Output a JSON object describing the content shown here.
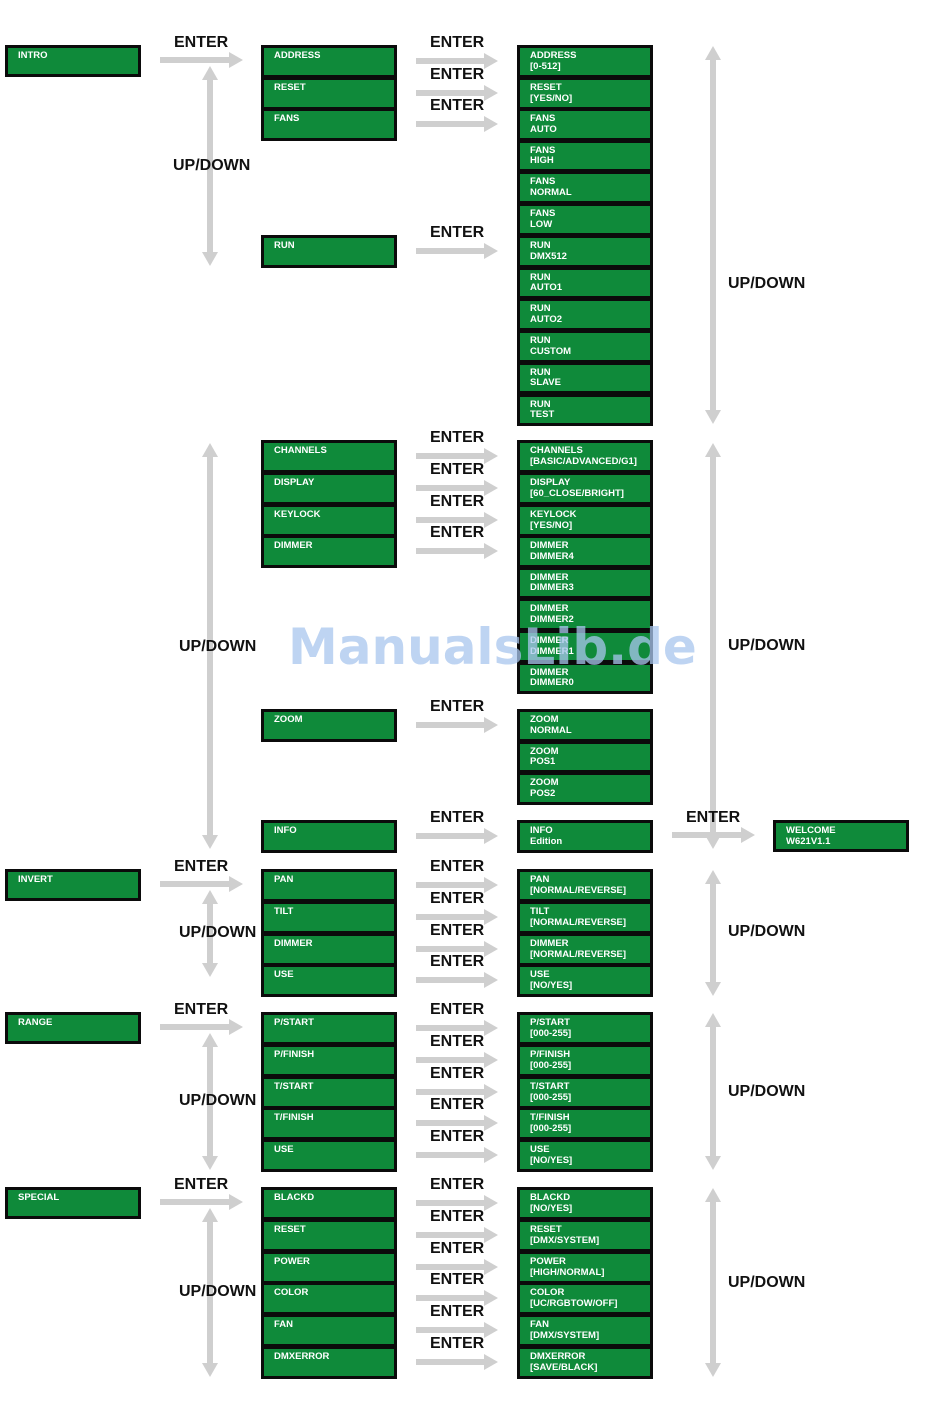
{
  "colors": {
    "box_fill": "#0f8a3a",
    "box_border": "#0b0b0b",
    "box_text": "#ffffff",
    "arrow": "#cfcfcf",
    "label": "#111111",
    "watermark": "#a9c6ee"
  },
  "labels": {
    "enter": "ENTER",
    "updown": "UP/DOWN"
  },
  "watermark": "ManualsLib.de",
  "menus": [
    {
      "name": "INTRO",
      "items": [
        {
          "label": "ADDRESS",
          "options": [
            [
              "ADDRESS",
              "[0-512]"
            ]
          ]
        },
        {
          "label": "RESET",
          "options": [
            [
              "RESET",
              "[YES/NO]"
            ]
          ]
        },
        {
          "label": "FANS",
          "options": [
            [
              "FANS",
              "AUTO"
            ],
            [
              "FANS",
              "HIGH"
            ],
            [
              "FANS",
              "NORMAL"
            ],
            [
              "FANS",
              "LOW"
            ]
          ]
        },
        {
          "label": "RUN",
          "options": [
            [
              "RUN",
              "DMX512"
            ],
            [
              "RUN",
              "AUTO1"
            ],
            [
              "RUN",
              "AUTO2"
            ],
            [
              "RUN",
              "CUSTOM"
            ],
            [
              "RUN",
              "SLAVE"
            ],
            [
              "RUN",
              "TEST"
            ]
          ]
        },
        {
          "label": "CHANNELS",
          "options": [
            [
              "CHANNELS",
              "[BASIC/ADVANCED/G1]"
            ]
          ]
        },
        {
          "label": "DISPLAY",
          "options": [
            [
              "DISPLAY",
              "[60_CLOSE/BRIGHT]"
            ]
          ]
        },
        {
          "label": "KEYLOCK",
          "options": [
            [
              "KEYLOCK",
              "[YES/NO]"
            ]
          ]
        },
        {
          "label": "DIMMER",
          "options": [
            [
              "DIMMER",
              "DIMMER4"
            ],
            [
              "DIMMER",
              "DIMMER3"
            ],
            [
              "DIMMER",
              "DIMMER2"
            ],
            [
              "DIMMER",
              "DIMMER1"
            ],
            [
              "DIMMER",
              "DIMMER0"
            ]
          ]
        },
        {
          "label": "ZOOM",
          "options": [
            [
              "ZOOM",
              "NORMAL"
            ],
            [
              "ZOOM",
              "POS1"
            ],
            [
              "ZOOM",
              "POS2"
            ]
          ]
        },
        {
          "label": "INFO",
          "options": [
            [
              "INFO",
              "Edition"
            ]
          ],
          "sub": [
            "WELCOME",
            "W621V1.1"
          ]
        }
      ]
    },
    {
      "name": "INVERT",
      "items": [
        {
          "label": "PAN",
          "options": [
            [
              "PAN",
              "[NORMAL/REVERSE]"
            ]
          ]
        },
        {
          "label": "TILT",
          "options": [
            [
              "TILT",
              "[NORMAL/REVERSE]"
            ]
          ]
        },
        {
          "label": "DIMMER",
          "options": [
            [
              "DIMMER",
              "[NORMAL/REVERSE]"
            ]
          ]
        },
        {
          "label": "USE",
          "options": [
            [
              "USE",
              "[NO/YES]"
            ]
          ]
        }
      ]
    },
    {
      "name": "RANGE",
      "items": [
        {
          "label": "P/START",
          "options": [
            [
              "P/START",
              "[000-255]"
            ]
          ]
        },
        {
          "label": "P/FINISH",
          "options": [
            [
              "P/FINISH",
              "[000-255]"
            ]
          ]
        },
        {
          "label": "T/START",
          "options": [
            [
              "T/START",
              "[000-255]"
            ]
          ]
        },
        {
          "label": "T/FINISH",
          "options": [
            [
              "T/FINISH",
              "[000-255]"
            ]
          ]
        },
        {
          "label": "USE",
          "options": [
            [
              "USE",
              "[NO/YES]"
            ]
          ]
        }
      ]
    },
    {
      "name": "SPECIAL",
      "items": [
        {
          "label": "BLACKD",
          "options": [
            [
              "BLACKD",
              "[NO/YES]"
            ]
          ]
        },
        {
          "label": "RESET",
          "options": [
            [
              "RESET",
              "[DMX/SYSTEM]"
            ]
          ]
        },
        {
          "label": "POWER",
          "options": [
            [
              "POWER",
              "[HIGH/NORMAL]"
            ]
          ]
        },
        {
          "label": "COLOR",
          "options": [
            [
              "COLOR",
              "[UC/RGBTOW/OFF]"
            ]
          ]
        },
        {
          "label": "FAN",
          "options": [
            [
              "FAN",
              "[DMX/SYSTEM]"
            ]
          ]
        },
        {
          "label": "DMXERROR",
          "options": [
            [
              "DMXERROR",
              "[SAVE/BLACK]"
            ]
          ]
        }
      ]
    }
  ]
}
